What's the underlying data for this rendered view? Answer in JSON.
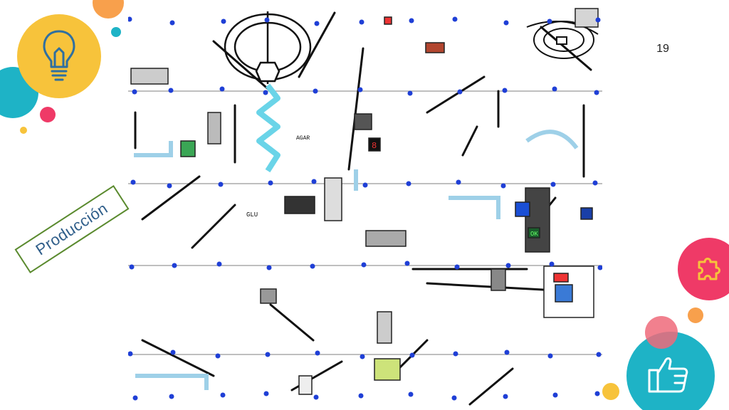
{
  "slide": {
    "title": "Producción",
    "page_number": "19"
  },
  "factory_screen": {
    "labels": {
      "display_digit": "8",
      "status_ok": "OK",
      "meter_label": "AGAR",
      "tank_label": "GLU"
    }
  },
  "decorations": {
    "lightbulb_icon": "lightbulb-icon",
    "puzzle_icon": "puzzle-icon",
    "thumbs_up_icon": "thumbs-up-icon"
  },
  "colors": {
    "title_border": "#5a8a2e",
    "title_text": "#2f5e8a",
    "yellow": "#f7c33b",
    "teal": "#1eb3c6",
    "pink": "#ef3a67",
    "orange": "#f8a04c"
  }
}
